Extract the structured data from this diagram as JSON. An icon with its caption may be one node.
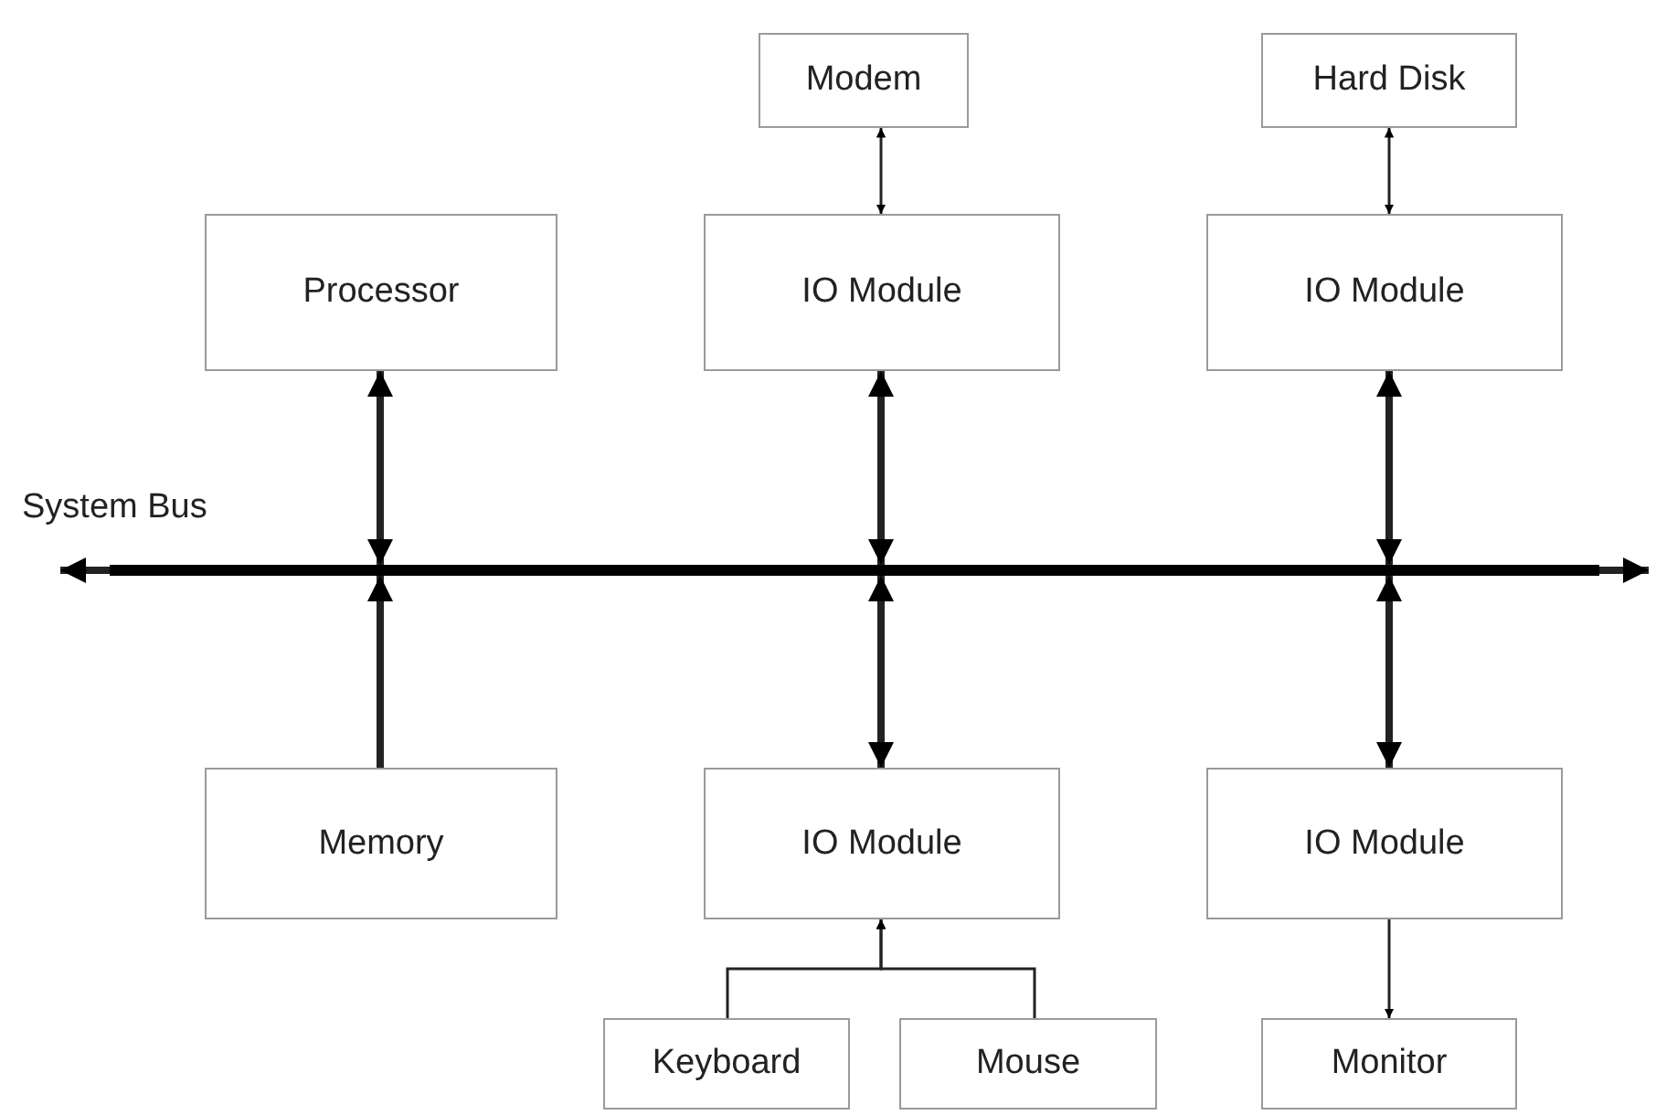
{
  "diagram": {
    "nodes": [
      {
        "text": [
          "Modem"
        ]
      },
      {
        "text": [
          "Hard Disk"
        ]
      },
      {
        "text": [
          "Processor"
        ]
      },
      {
        "text": [
          "IO Module"
        ]
      },
      {
        "text": [
          "IO Module"
        ]
      },
      {
        "text": [],
        "shape": "bar",
        "beside": [
          "System Bus"
        ]
      },
      {
        "text": [
          "Memory"
        ]
      },
      {
        "text": [
          "IO Module"
        ]
      },
      {
        "text": [
          "IO Module"
        ]
      },
      {
        "text": [
          "Keyboard"
        ]
      },
      {
        "text": [
          "Mouse"
        ]
      },
      {
        "text": [
          "Monitor"
        ]
      }
    ],
    "edges": [
      {
        "from": 5,
        "to": null,
        "arrow": "to"
      },
      {
        "from": 5,
        "to": null,
        "arrow": "to"
      },
      {
        "from": 0,
        "to": 3,
        "arrow": "both"
      },
      {
        "from": 1,
        "to": 4,
        "arrow": "both"
      },
      {
        "from": 2,
        "to": 5,
        "arrow": "both"
      },
      {
        "from": 3,
        "to": 5,
        "arrow": "both"
      },
      {
        "from": 4,
        "to": 5,
        "arrow": "both"
      },
      {
        "from": 6,
        "to": 5,
        "arrow": "to"
      },
      {
        "from": 5,
        "to": 7,
        "arrow": "both"
      },
      {
        "from": 5,
        "to": 8,
        "arrow": "both"
      },
      {
        "from": 9,
        "to": 7,
        "arrow": "to"
      },
      {
        "from": 10,
        "to": 7,
        "arrow": "to"
      },
      {
        "from": 8,
        "to": 11,
        "arrow": "to"
      }
    ]
  }
}
